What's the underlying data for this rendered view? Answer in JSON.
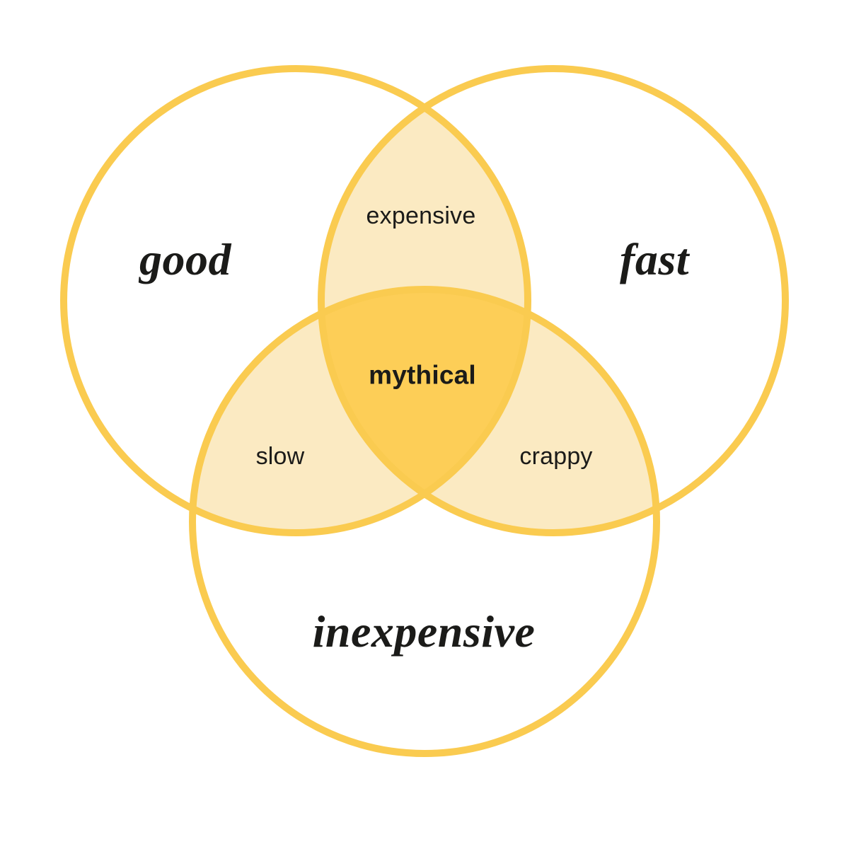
{
  "diagram_type": "venn-3",
  "sets": [
    {
      "id": "good",
      "label": "good"
    },
    {
      "id": "fast",
      "label": "fast"
    },
    {
      "id": "inexpensive",
      "label": "inexpensive"
    }
  ],
  "overlaps": {
    "good_fast": {
      "label": "expensive"
    },
    "good_inexpensive": {
      "label": "slow"
    },
    "fast_inexpensive": {
      "label": "crappy"
    },
    "good_fast_inexpensive": {
      "label": "mythical"
    }
  },
  "colors": {
    "background": "#FFFFFF",
    "circle_stroke": "#FACB50",
    "overlap_fill": "#FBEAC2",
    "center_fill": "#FDCE57",
    "text": "#1B1B19"
  }
}
